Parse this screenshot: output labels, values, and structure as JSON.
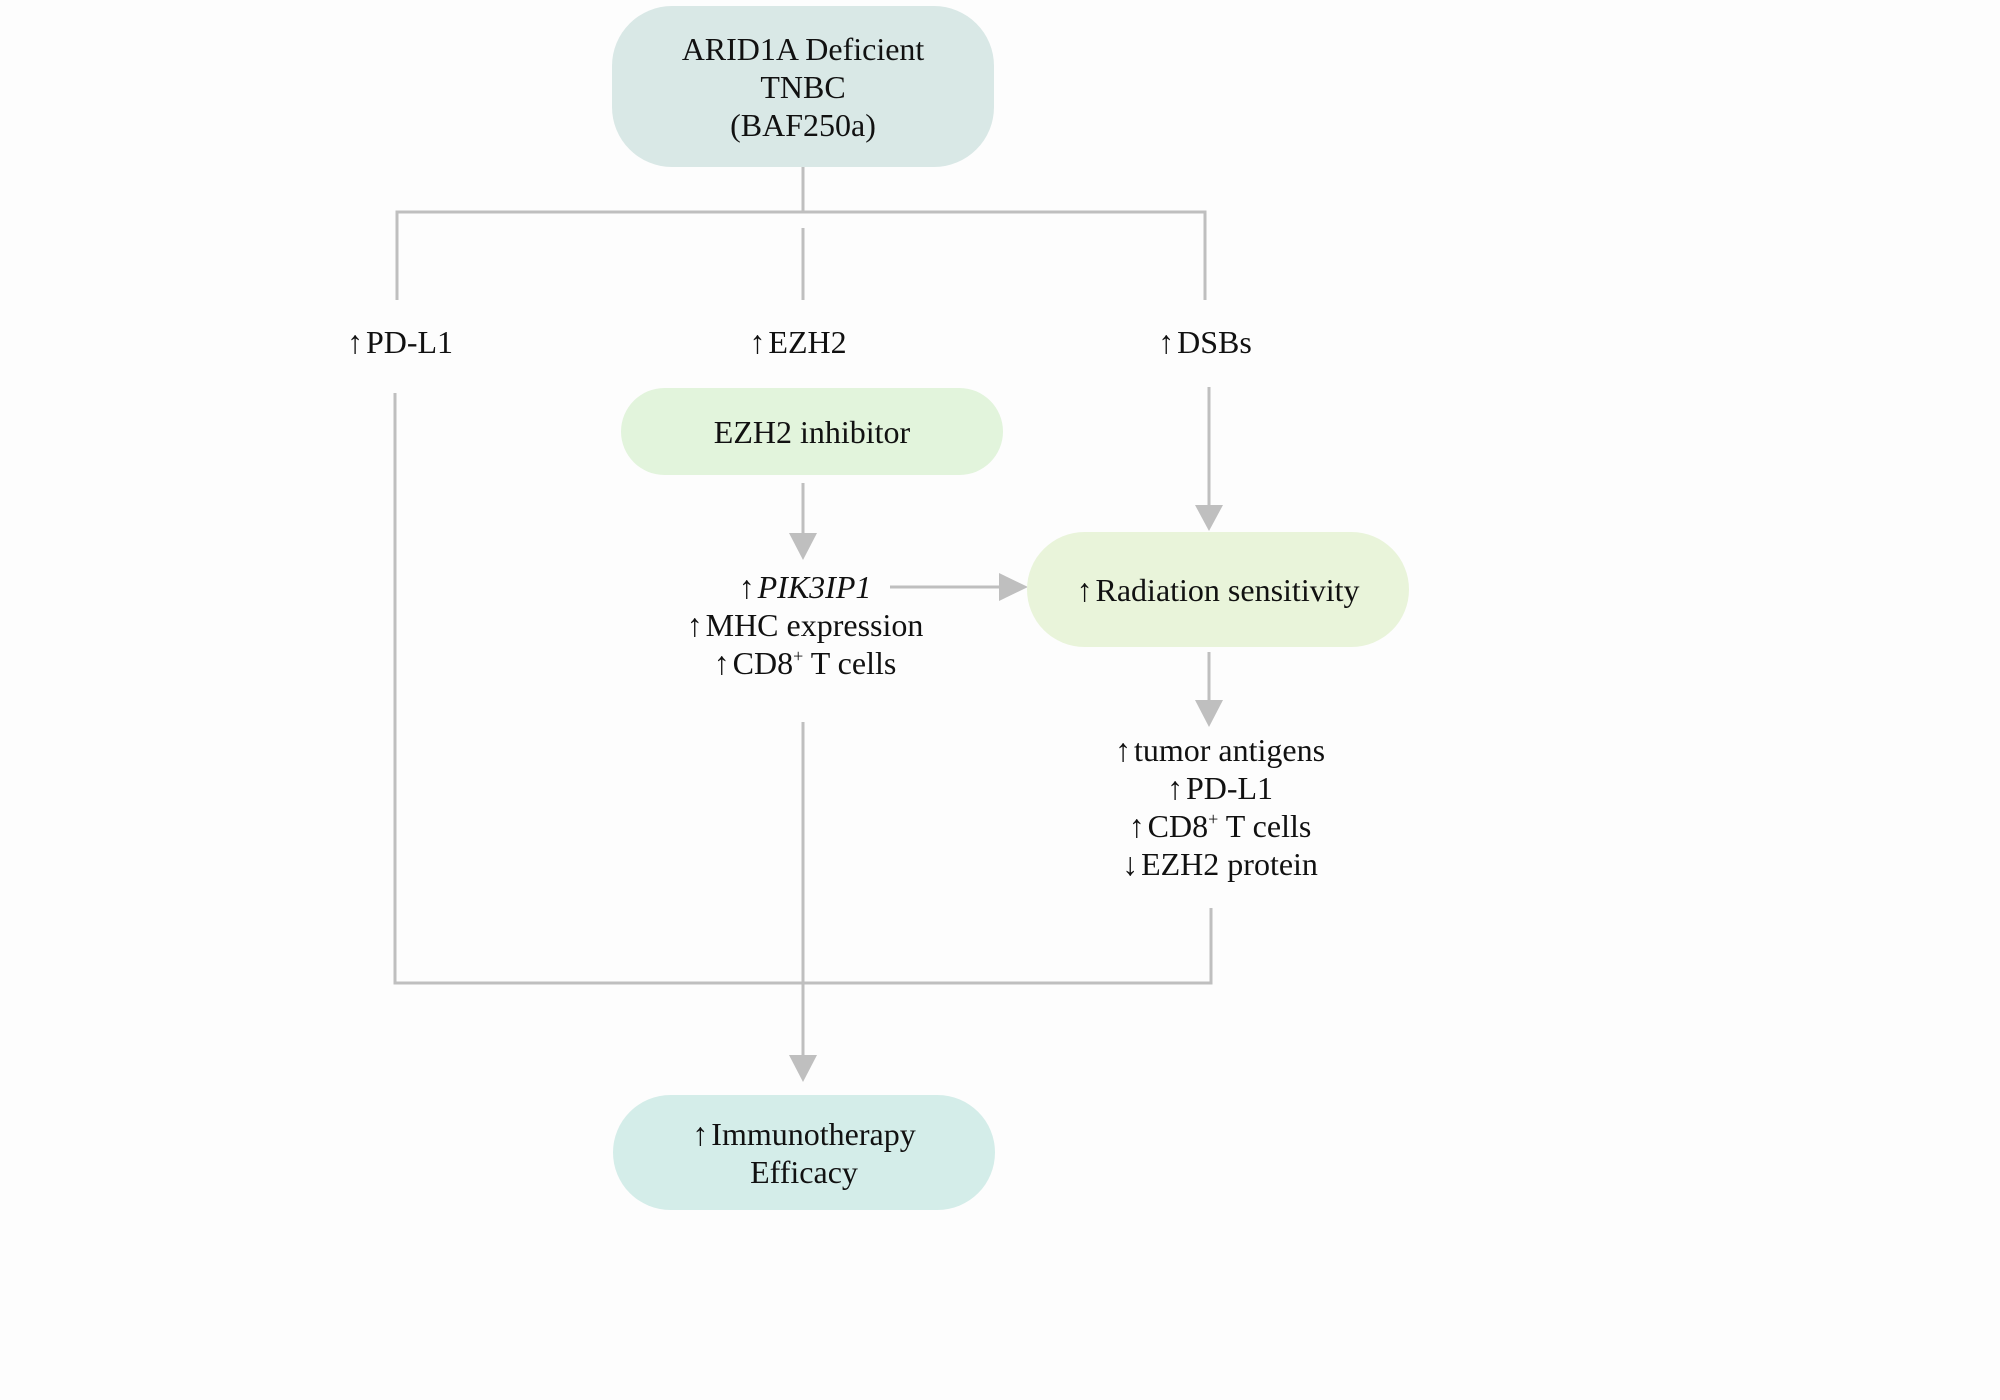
{
  "colors": {
    "connector": "#bfbfbf",
    "top_node_fill": "#d9e8e6",
    "inhibitor_node_fill": "#e2f4dc",
    "radiation_node_fill": "#e9f4da",
    "bottom_node_fill": "#d4ede9"
  },
  "nodes": {
    "top": {
      "line1": "ARID1A Deficient",
      "line2": "TNBC",
      "line3": "(BAF250a)"
    },
    "ezh2_inhibitor": "EZH2 inhibitor",
    "radiation": "Radiation sensitivity",
    "bottom": {
      "line1": "Immunotherapy",
      "line2": "Efficacy"
    }
  },
  "branches": {
    "left": "PD-L1",
    "middle": "EZH2",
    "right": "DSBs"
  },
  "middle_effects": {
    "pik3ip1": "PIK3IP1",
    "mhc": "MHC expression",
    "cd8_prefix": "CD8",
    "cd8_sup": "+",
    "cd8_suffix": " T cells"
  },
  "right_effects": {
    "tumor_antigens": "tumor antigens",
    "pdl1": "PD-L1",
    "cd8_prefix": "CD8",
    "cd8_sup": "+",
    "cd8_suffix": " T cells",
    "ezh2_protein": "EZH2 protein"
  }
}
